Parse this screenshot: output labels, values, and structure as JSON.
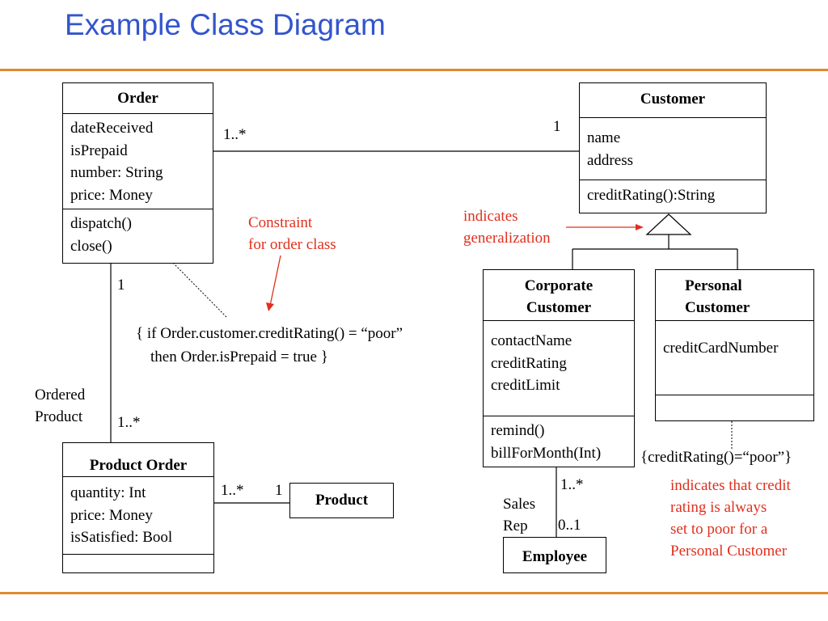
{
  "title": "Example Class Diagram",
  "colors": {
    "title": "#3355cc",
    "rule": "#e08a2e",
    "annotation": "#e0301e"
  },
  "classes": {
    "order": {
      "name": "Order",
      "attributes": [
        "dateReceived",
        "isPrepaid",
        "number: String",
        "price: Money"
      ],
      "operations": [
        "dispatch()",
        "close()"
      ]
    },
    "customer": {
      "name": "Customer",
      "attributes": [
        "name",
        "address"
      ],
      "operations": [
        "creditRating():String"
      ]
    },
    "corporate_customer": {
      "name_lines": [
        "Corporate",
        "Customer"
      ],
      "attributes": [
        "contactName",
        "creditRating",
        "creditLimit"
      ],
      "operations": [
        "remind()",
        "billForMonth(Int)"
      ]
    },
    "personal_customer": {
      "name_lines": [
        "Personal",
        "Customer"
      ],
      "attributes": [
        "creditCardNumber"
      ],
      "operations": []
    },
    "product_order": {
      "name": "Product Order",
      "attributes": [
        "quantity: Int",
        "price: Money",
        "isSatisfied: Bool"
      ],
      "operations": []
    },
    "product": {
      "name": "Product"
    },
    "employee": {
      "name": "Employee"
    }
  },
  "multiplicities": {
    "order_customer_order_end": "1..*",
    "order_customer_customer_end": "1",
    "order_productorder_order_end": "1",
    "order_productorder_po_end": "1..*",
    "productorder_product_po_end": "1..*",
    "productorder_product_product_end": "1",
    "corporate_employee_corporate_end": "1..*",
    "corporate_employee_employee_end": "0..1"
  },
  "roles": {
    "ordered_product": [
      "Ordered",
      "Product"
    ],
    "sales_rep": [
      "Sales",
      "Rep"
    ]
  },
  "constraints": {
    "order_constraint": [
      "{  if  Order.customer.creditRating() = “poor”",
      "then  Order.isPrepaid = true }"
    ],
    "personal_constraint": "{creditRating()=“poor”}"
  },
  "annotations": {
    "constraint_note": [
      "Constraint",
      "for order class"
    ],
    "generalization_note": [
      "indicates",
      "generalization"
    ],
    "credit_note": [
      "indicates that credit",
      "rating is always",
      "set to poor for a",
      "Personal Customer"
    ]
  }
}
